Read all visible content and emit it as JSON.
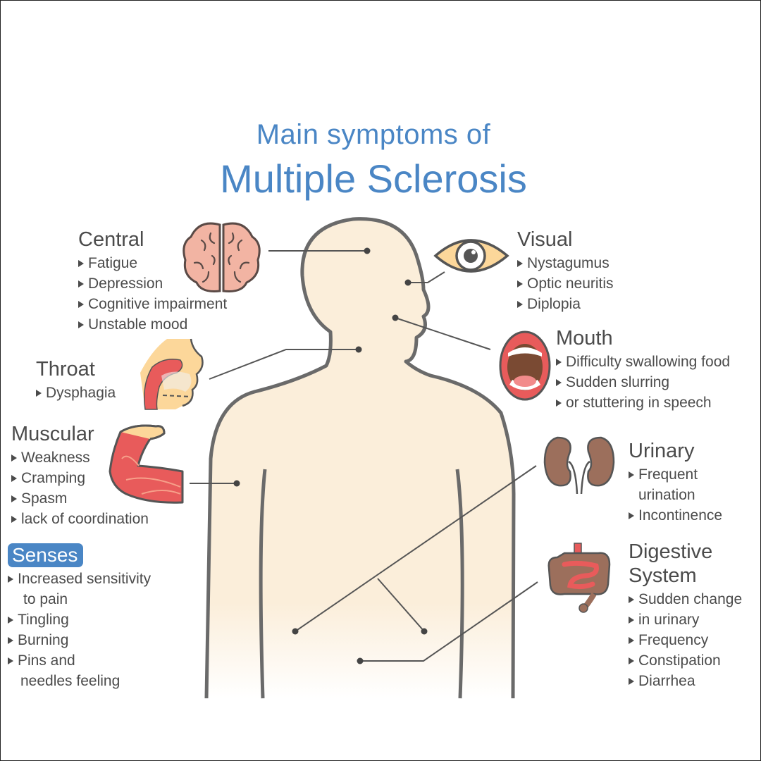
{
  "title": {
    "line1": "Main symptoms of",
    "line2": "Multiple Sclerosis"
  },
  "categories": {
    "central": {
      "heading": "Central",
      "items": [
        "Fatigue",
        "Depression",
        "Cognitive impairment",
        "Unstable mood"
      ]
    },
    "throat": {
      "heading": "Throat",
      "items": [
        "Dysphagia"
      ]
    },
    "muscular": {
      "heading": "Muscular",
      "items": [
        "Weakness",
        "Cramping",
        "Spasm",
        "lack of coordination"
      ]
    },
    "senses": {
      "heading": "Senses",
      "items": [
        "Increased sensitivity",
        "to pain",
        "Tingling",
        "Burning",
        "Pins and",
        "needles feeling"
      ]
    },
    "visual": {
      "heading": "Visual",
      "items": [
        "Nystagumus",
        "Optic neuritis",
        "Diplopia"
      ]
    },
    "mouth": {
      "heading": "Mouth",
      "items": [
        "Difficulty swallowing food",
        "Sudden slurring",
        "or stuttering in speech"
      ]
    },
    "urinary": {
      "heading": "Urinary",
      "items": [
        "Frequent",
        "urination",
        "Incontinence"
      ]
    },
    "digestive": {
      "heading": "Digestive",
      "heading2": "System",
      "items": [
        "Sudden change",
        "in urinary",
        "Frequency",
        "Constipation",
        "Diarrhea"
      ]
    }
  },
  "colors": {
    "title": "#4a86c5",
    "text": "#4b4b4b",
    "body_fill": "#fbeeda",
    "outline": "#6a6a6a",
    "brain": "#f2b4a3",
    "muscle": "#e85b5b",
    "kidney": "#9c6f5c",
    "badge": "#4a86c5"
  },
  "icons": [
    "brain-icon",
    "throat-icon",
    "arm-muscle-icon",
    "eye-icon",
    "open-mouth-icon",
    "kidneys-icon",
    "intestines-icon"
  ]
}
